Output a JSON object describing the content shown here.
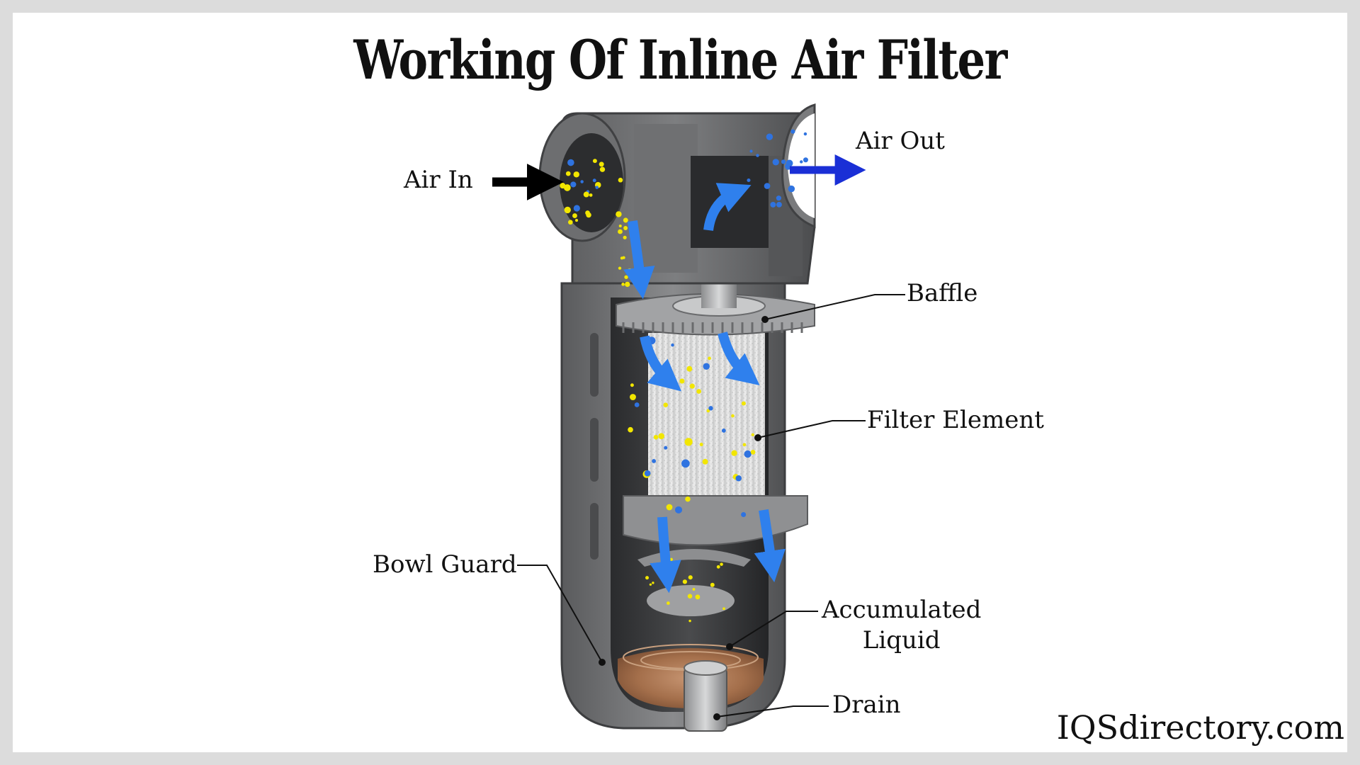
{
  "title": "Working Of Inline Air Filter",
  "labels": {
    "air_in": "Air In",
    "air_out": "Air Out",
    "baffle": "Baffle",
    "filter_element": "Filter Element",
    "bowl_guard": "Bowl Guard",
    "accumulated_liquid_line1": "Accumulated",
    "accumulated_liquid_line2": "Liquid",
    "drain": "Drain"
  },
  "brand": "IQSdirectory.com",
  "colors": {
    "flow_arrow": "#2f80ed",
    "outlet_arrow": "#1a2fd6",
    "contaminant": "#f2e600",
    "clean_particle": "#2f73e0",
    "housing": "#6e6f71",
    "liquid": "#a46f4b"
  },
  "icons": [
    "inlet-arrow-icon",
    "outlet-arrow-icon",
    "flow-arrow-icon"
  ]
}
